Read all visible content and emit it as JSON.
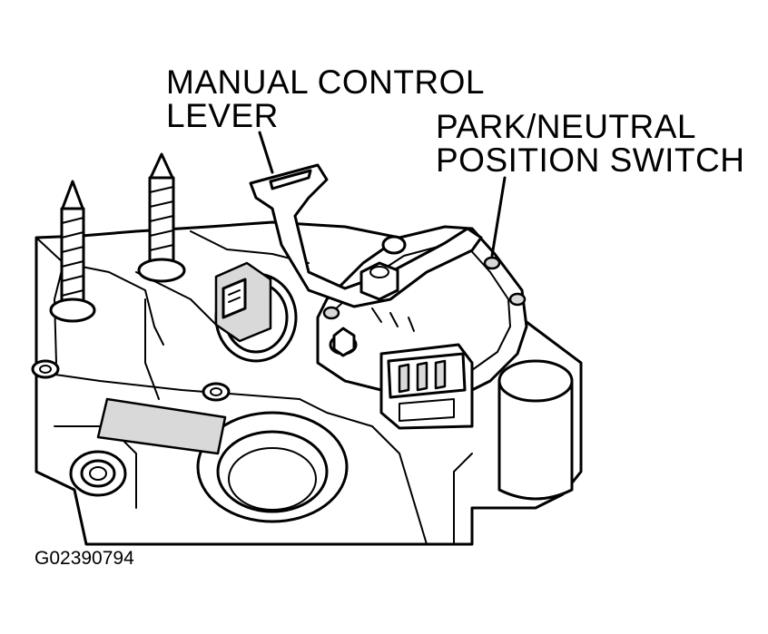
{
  "labels": {
    "manual_control_lever": [
      "MANUAL CONTROL",
      "LEVER"
    ],
    "park_neutral_switch": [
      "PARK/NEUTRAL",
      "POSITION SWITCH"
    ]
  },
  "figure_id": "G02390794",
  "colors": {
    "line": "#000000",
    "background": "#ffffff",
    "shading": "#d9d9d9"
  }
}
